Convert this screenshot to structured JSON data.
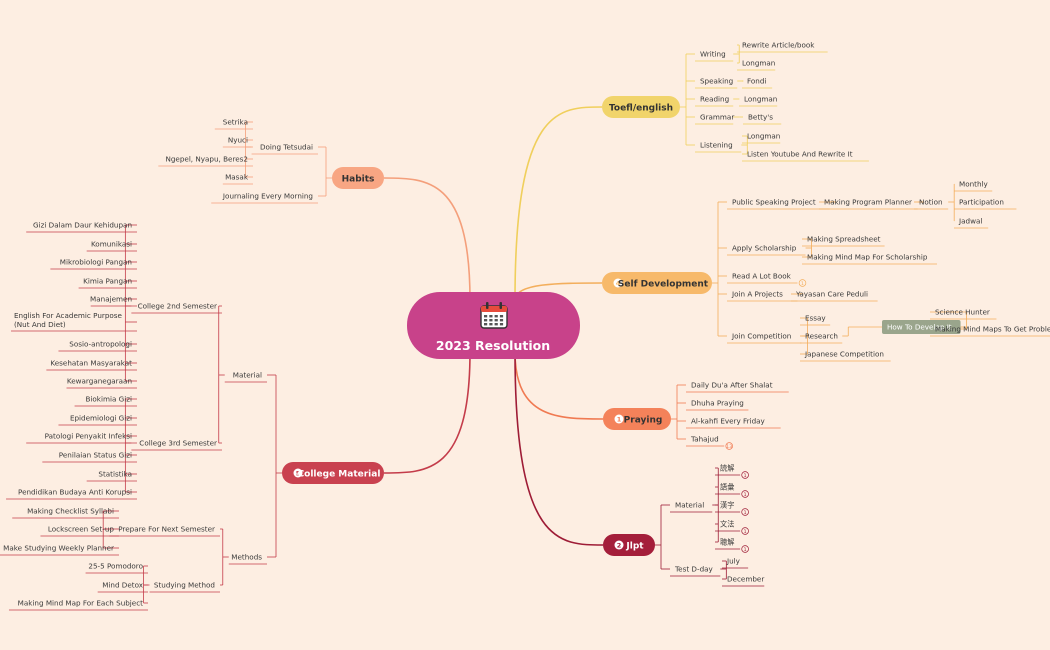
{
  "central": {
    "label": "2023 Resolution",
    "icon": "calendar-icon",
    "color": "#c8428a"
  },
  "branches": [
    {
      "key": "toefl",
      "label": "Toefl/english",
      "color": "#f1d46b",
      "line": "#f0cf5c",
      "text_color": "#333333",
      "badge": "",
      "marker": "",
      "children": [
        {
          "label": "Writing",
          "children": [
            {
              "label": "Rewrite Article/book"
            },
            {
              "label": "Longman"
            }
          ]
        },
        {
          "label": "Speaking",
          "children": [
            {
              "label": "Fondi"
            }
          ]
        },
        {
          "label": "Reading",
          "children": [
            {
              "label": "Longman"
            }
          ]
        },
        {
          "label": "Grammar",
          "children": [
            {
              "label": "Betty's"
            }
          ]
        },
        {
          "label": "Listening",
          "children": [
            {
              "label": "Longman"
            },
            {
              "label": "Listen Youtube And Rewrite It"
            }
          ]
        }
      ]
    },
    {
      "key": "self",
      "label": "Self Development",
      "color": "#f7b96a",
      "line": "#f3ae5c",
      "text_color": "#333333",
      "badge": "4",
      "marker": "",
      "children": [
        {
          "label": "Public Speaking Project",
          "children": [
            {
              "label": "Making Program Planner",
              "children": [
                {
                  "label": "Notion",
                  "children": [
                    {
                      "label": "Monthly"
                    },
                    {
                      "label": "Participation"
                    },
                    {
                      "label": "Jadwal"
                    }
                  ]
                }
              ]
            }
          ]
        },
        {
          "label": "Apply Scholarship",
          "children": [
            {
              "label": "Making Spreadsheet"
            },
            {
              "label": "Making Mind Map For Scholarship"
            }
          ]
        },
        {
          "label": "Read A Lot Book",
          "marker": "1"
        },
        {
          "label": "Join A Projects",
          "children": [
            {
              "label": "Yayasan Care Peduli"
            }
          ]
        },
        {
          "label": "Join Competition",
          "children": [
            {
              "label": "Essay"
            },
            {
              "label": "Research",
              "children": [
                {
                  "label": "How To Develop It",
                  "children": [
                    {
                      "label": "Science Hunter"
                    },
                    {
                      "label": "Making Mind Maps To Get Problem"
                    }
                  ]
                }
              ]
            },
            {
              "label": "Japanese Competition"
            }
          ]
        }
      ]
    },
    {
      "key": "praying",
      "label": "Praying",
      "color": "#f4825a",
      "line": "#f07a52",
      "text_color": "#333333",
      "badge": "1",
      "marker": "",
      "children": [
        {
          "label": "Daily Du'a After Shalat"
        },
        {
          "label": "Dhuha Praying"
        },
        {
          "label": "Al-kahfi Every Friday"
        },
        {
          "label": "Tahajud",
          "marker": "13"
        }
      ]
    },
    {
      "key": "jlpt",
      "label": "Jlpt",
      "color": "#a41e3a",
      "line": "#9e1c36",
      "text_color": "#ffffff",
      "badge": "2",
      "marker": "",
      "children": [
        {
          "label": "Material",
          "children": [
            {
              "label": "読解",
              "marker": "1"
            },
            {
              "label": "語彙",
              "marker": "1"
            },
            {
              "label": "漢字",
              "marker": "1"
            },
            {
              "label": "文法",
              "marker": "1"
            },
            {
              "label": "聴解",
              "marker": "1"
            }
          ]
        },
        {
          "label": "Test D-day",
          "children": [
            {
              "label": "July"
            },
            {
              "label": "December"
            }
          ]
        }
      ]
    },
    {
      "key": "college",
      "label": "College Material",
      "color": "#c9414f",
      "line": "#c43c4a",
      "text_color": "#ffffff",
      "badge": "5",
      "marker": "",
      "children": [
        {
          "label": "Material",
          "children": [
            {
              "label": "College 2nd Semester",
              "children": [
                {
                  "label": "Gizi Dalam Daur Kehidupan"
                },
                {
                  "label": "Komunikasi"
                },
                {
                  "label": "Mikrobiologi Pangan"
                },
                {
                  "label": "Kimia Pangan"
                },
                {
                  "label": "Manajemen"
                },
                {
                  "label": "English For Academic Purpose (Nut And Diet)"
                },
                {
                  "label": "Sosio-antropologi"
                },
                {
                  "label": "Kesehatan Masyarakat"
                },
                {
                  "label": "Kewarganegaraan"
                }
              ]
            },
            {
              "label": "College 3rd Semester",
              "children": [
                {
                  "label": "Biokimia Gizi"
                },
                {
                  "label": "Epidemiologi Gizi"
                },
                {
                  "label": "Patologi Penyakit Infeksi"
                },
                {
                  "label": "Penilaian Status Gizi"
                },
                {
                  "label": "Statistika"
                },
                {
                  "label": "Pendidikan Budaya Anti Korupsi"
                }
              ]
            }
          ]
        },
        {
          "label": "Methods",
          "children": [
            {
              "label": "Prepare For Next Semester",
              "children": [
                {
                  "label": "Making Checklist Syllabi"
                },
                {
                  "label": "Lockscreen Set-up"
                },
                {
                  "label": "Make Studying Weekly Planner"
                }
              ]
            },
            {
              "label": "Studying Method",
              "children": [
                {
                  "label": "25-5 Pomodoro"
                },
                {
                  "label": "Mind Detox"
                },
                {
                  "label": "Making Mind Map For Each Subject"
                }
              ]
            }
          ]
        }
      ]
    },
    {
      "key": "habits",
      "label": "Habits",
      "color": "#f8a683",
      "line": "#f49f7b",
      "text_color": "#333333",
      "badge": "",
      "marker": "",
      "children": [
        {
          "label": "Doing Tetsudai",
          "children": [
            {
              "label": "Setrika"
            },
            {
              "label": "Nyuci"
            },
            {
              "label": "Ngepel, Nyapu, Beres2"
            },
            {
              "label": "Masak"
            }
          ]
        },
        {
          "label": "Journaling Every Morning"
        }
      ]
    }
  ]
}
